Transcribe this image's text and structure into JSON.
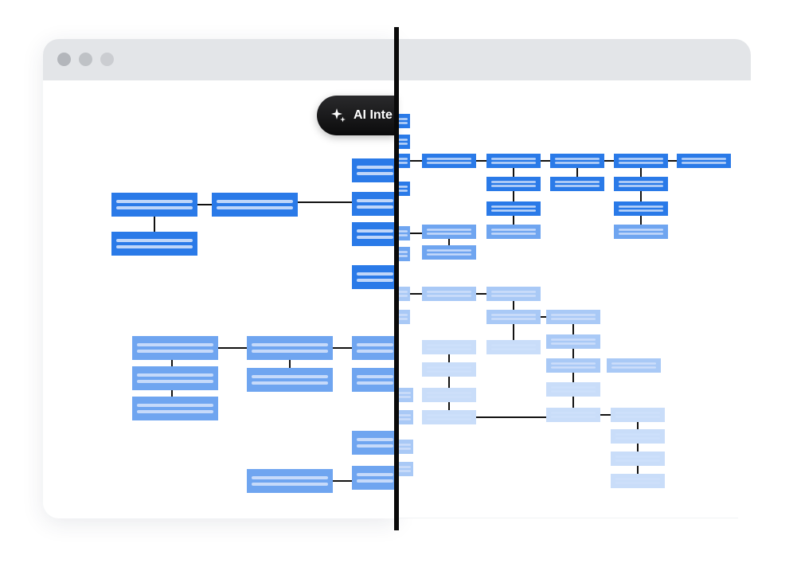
{
  "window": {
    "controls": [
      "close-dot",
      "minimize-dot",
      "maximize-dot"
    ]
  },
  "ai_button": {
    "label": "AI Inte",
    "icon": "sparkle-icon"
  },
  "colors": {
    "node_strong": "#2a7ae8",
    "node_medium": "#6fa5f0",
    "node_light": "#a9c9f6",
    "node_faint": "#c9ddf9",
    "node_text_line": "#cfe0fb",
    "connector": "#111111",
    "titlebar": "#e3e5e8",
    "divider": "#0a0a0a"
  }
}
